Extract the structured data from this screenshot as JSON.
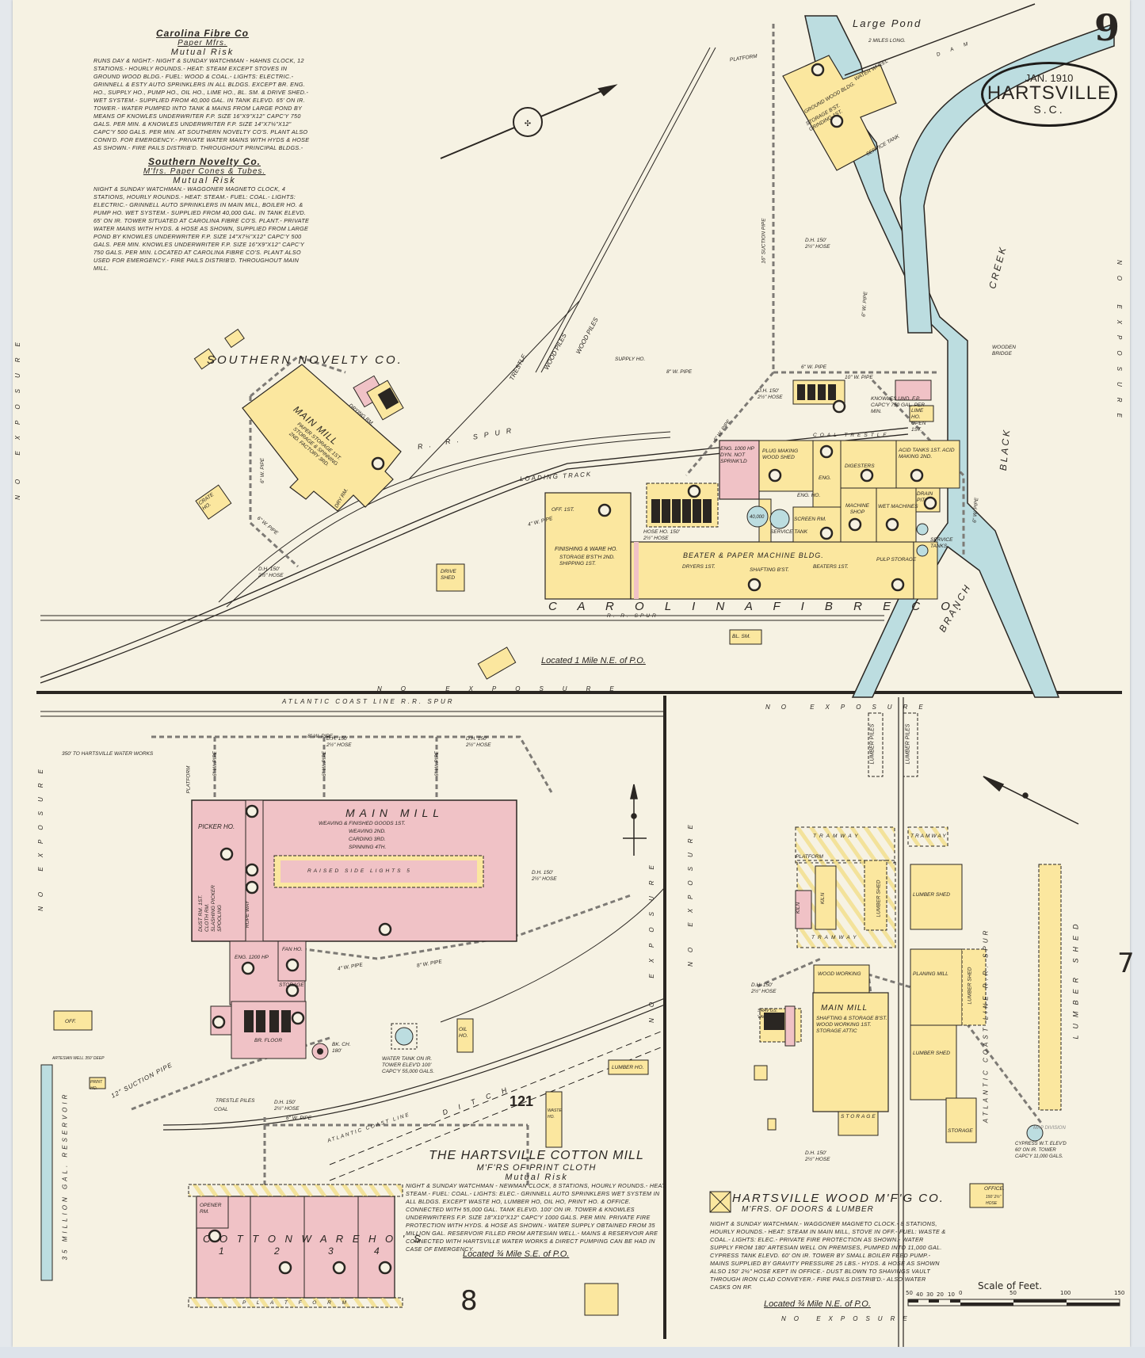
{
  "header": {
    "date": "JAN. 1910",
    "city": "HARTSVILLE",
    "state": "S.C.",
    "sheet_number": "9"
  },
  "notes": {
    "carolina_fibre": {
      "title": "Carolina Fibre Co",
      "subtitle": "Paper Mfrs.",
      "risk": "Mutual Risk",
      "body": "Runs day & night.- Night & Sunday watchman - Hahns clock, 12 stations.- Hourly rounds.- Heat: steam except stoves in ground wood bldg.- Fuel: wood & coal.- Lights: electric.- Grinnell & Esty auto sprinklers in all bldgs. except br. eng. ho., supply ho., pump ho., oil ho., lime ho., bl. sm. & drive shed.- Wet system.- Supplied from 40,000 gal. in tank elevd. 65' on ir. tower.- Water pumped into tank & mains from large pond by means of Knowles Underwriter F.P. size 16\"x9\"x12\" capc'y 750 gals. per min. & Knowles Underwriter F.P. size 14\"x7¼\"x12\" capc'y 500 gals. per min. at Southern Novelty Co's. plant also conn'd. for emergency.- Private water mains with hyds & hose as shown.- Fire pails distrib'd. throughout principal bldgs.-"
    },
    "southern_novelty": {
      "title": "Southern Novelty Co.",
      "subtitle": "M'frs. Paper Cones & Tubes.",
      "risk": "Mutual Risk",
      "body": "Night & Sunday watchman.- Waggoner magneto clock, 4 stations, hourly rounds.- Heat: steam.- Fuel: coal.- Lights: electric.- Grinnell auto sprinklers in main mill, boiler ho. & pump ho. Wet system.- Supplied from 40,000 gal. in tank elevd. 65' on ir. tower situated at Carolina Fibre Co's. plant.- Private water mains with hyds. & hose as shown, supplied from large pond by Knowles Underwriter F.P. size 14\"x7¼\"x12\" capc'y 500 gals. per min. Knowles Underwriter F.P. size 16\"x9\"x12\" capc'y 750 gals. per min. located at Carolina Fibre Co's. plant also used for emergency.- Fire pails distrib'd. throughout main mill."
    },
    "cotton_mill": {
      "title": "The Hartsville Cotton Mill",
      "subtitle": "M'f'rs of Print Cloth",
      "risk": "Mutual Risk",
      "body": "Night & Sunday watchman - Newman clock, 8 stations, hourly rounds.- Heat: steam.- Fuel: coal.- Lights: elec.- Grinnell auto sprinklers wet system in all bldgs. except waste ho, lumber ho, oil ho, print ho. & office. Connected with 55,000 gal. tank elevd. 100' on ir. tower & Knowles Underwriters F.P. size 18\"x10\"x12\" capc'y 1000 gals. per min. Private fire protection with hyds. & hose as shown.- Water supply obtained from 35 million gal. reservoir filled from artesian well.- Mains & reservoir are connected with Hartsville water works & direct pumping can be had in case of emergency."
    },
    "wood_mfg": {
      "title": "Hartsville Wood M'f'g Co.",
      "subtitle": "M'frs. of Doors & Lumber",
      "body": "Night & Sunday watchman.- Waggoner magneto clock.- 8 stations, hourly rounds.- Heat: steam in main mill, stove in off.- Fuel: waste & coal.- Lights: elec.- Private fire protection as shown.- Water supply from 180' artesian well on premises, pumped into 11,000 gal. cypress tank elevd. 60' on ir. tower by small boiler feed pump.- Mains supplied by gravity pressure 25 lbs.- Hyds. & hose as shown also 150' 2½\" hose kept in office.- Dust blown to shavings vault through iron clad conveyer.- Fire pails distrib'd.- also water casks on rf."
    }
  },
  "labels": {
    "large_pond": "Large Pond",
    "pond_length": "2 Miles Long.",
    "dam": "D A M",
    "creek": "Creek",
    "black": "Black",
    "branch": "Branch",
    "wooden_bridge": "Wooden Bridge",
    "platform": "Platform",
    "ground_wood_bldg": "Ground Wood Bldg.",
    "ground_wood_sub": "Storage B'st. Grinding 1st.",
    "water_wheel": "Water Wheel",
    "service_tank": "Service Tank",
    "suction_pipe": "16\" Suction Pipe",
    "wood_piles_1": "Wood Piles",
    "wood_piles_2": "Wood Piles",
    "trestle": "Trestle",
    "supply_ho": "Supply Ho.",
    "six_w_pipe": "6\" W. Pipe",
    "ten_w_pipe": "10\" W. Pipe",
    "eight_w_pipe": "8\" W. Pipe",
    "four_w_pipe": "4\" W. Pipe",
    "dh_hose": "D.H. 150' 2½\" Hose",
    "southern_novelty_name": "Southern Novelty Co.",
    "sn_main_mill": "Main Mill",
    "sn_main_mill_sub": "Paper Storage 1st. Storage & Spinning 2nd. Factory 3rd.",
    "drying_rm": "Drying Rm.",
    "crate_ho": "Crate Ho.",
    "dry_rm": "Dry Rm.",
    "rr_spur": "R. R. Spur",
    "loading_track": "Loading Track",
    "coal_trestle": "Coal Trestle",
    "drive_shed": "Drive Shed",
    "off": "Off. 1st.",
    "finishing": "Finishing & Ware Ho.",
    "finishing_sub": "Storage B'st'h 2nd. Shipping 1st.",
    "hose_ho": "Hose Ho. 150' 2½\" Hose",
    "eng_hp": "Eng. 1000 HP Dyn. Not Sprink'ld",
    "plug_making": "Plug Making Wood Shed",
    "eng": "Eng.",
    "eng_ho": "Eng. Ho.",
    "digesters": "Digesters",
    "acid_tanks": "Acid Tanks 1st. Acid Making 2nd.",
    "drain_pit": "Drain Pit",
    "screen_rm": "Screen Rm.",
    "machine_shop": "Machine Shop",
    "wet_machines": "Wet Machines",
    "tank_40000": "40,000",
    "beater_bldg": "Beater & Paper Machine Bldg.",
    "dryers": "Dryers 1st.",
    "shafting": "Shafting B'st.",
    "beaters": "Beaters 1st.",
    "pulp_storage": "Pulp Storage",
    "service_tanks": "Service Tanks",
    "lime_ho": "Lime Ho. Open 1st.",
    "knowles": "Knowles Und. F.P. Capc'y 750 Gal. per Min.",
    "carolina_fibre_name": "C A R O L I N A   F I B R E   C O.",
    "rr_spur_bottom": "R. R. Spur",
    "bl_sm": "Bl. Sm.",
    "located_fibre": "Located 1 Mile N.E. of P.O.",
    "no_exposure": "No Exposure",
    "acl_spur": "Atlantic Coast Line R.R. Spur",
    "water_works": "350' to Hartsville Water Works",
    "platform_v": "Platform",
    "picker_ho": "Picker Ho.",
    "main_mill": "Main Mill",
    "main_mill_floors": [
      "Weaving & Finished Goods 1st.",
      "Weaving 2nd.",
      "Carding 3rd.",
      "Spinning 4th."
    ],
    "raised_side_lights": "Raised Side Lights 5",
    "rope_way": "Rope Way",
    "picker_floors": "Dust Rm. 1st. Cloth Rm. Slashing Picker Spooling",
    "fan_ho": "Fan Ho.",
    "eng_1200": "Eng. 1200 HP",
    "storage": "Storage",
    "br_floor": "Br. Floor",
    "bk_ch": "Bk. Ch. 180'",
    "water_tank": "Water Tank on Ir. Tower Elev'd 100' Capc'y 55,000 Gals.",
    "oil_ho": "Oil Ho.",
    "off_h": "Off.",
    "print_ho": "Print Ho.",
    "artesian_well": "Artesian Well 350' Deep",
    "reservoir": "35 Million Gal. Reservoir",
    "suction_12": "12\" Suction Pipe",
    "coal": "Coal",
    "trestle_piles": "Trestle Piles",
    "acl": "Atlantic Coast Line",
    "ditch": "D I T C H",
    "block_121": "121",
    "waste_ho": "Waste Ho.",
    "lumber_ho": "Lumber Ho.",
    "opener_rm": "Opener Rm.",
    "cotton_ware": "C O T T O N   W A R E   H O ' S",
    "ware_nums": [
      "1",
      "2",
      "3",
      "4"
    ],
    "platform_bottom": "P L A T F O R M",
    "located_cotton": "Located ¾ Mile S.E. of P.O.",
    "adjacent_8": "8",
    "adjacent_7": "7",
    "lumber_piles": "Lumber Piles",
    "tramway": "Tramway",
    "kiln": "Kiln",
    "lumber_shed": "Lumber Shed",
    "wood_working": "Wood Working",
    "wm_main_mill": "Main Mill",
    "wm_main_mill_sub": "Shafting & Storage B'st. Wood Working 1st. Storage Attic",
    "planing_mill": "Planing Mill",
    "shavings_vault": "Shav'gs. Vault",
    "storage_wm": "Storage",
    "office": "Office.",
    "office_hose": "150' 2½\" Hose",
    "cypress_wt": "Cypress W.T. Elev'd 60' on Ir. Tower Capc'y 11,000 Gals.",
    "acl_spur_v": "Atlantic Coast Line R.R. Spur",
    "map_division": "Map Division",
    "located_wood": "Located ¾ Mile N.E. of P.O.",
    "no_exposure_bottom": "No Exposure",
    "auto_sprinkler": "AS"
  },
  "scale": {
    "title": "Scale of Feet.",
    "ticks": [
      "50",
      "40",
      "30",
      "20",
      "10",
      "0",
      "50",
      "100",
      "150"
    ]
  },
  "colors": {
    "paper": "#f6f2e3",
    "frame": "#fbe79f",
    "brick": "#f0c2c6",
    "water": "#bcdde0",
    "ink": "#2a2622"
  }
}
